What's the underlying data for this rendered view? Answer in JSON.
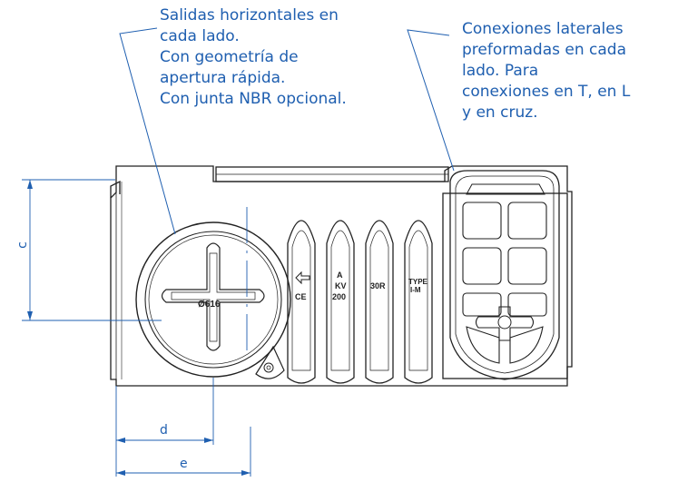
{
  "annotations": {
    "left": [
      "Salidas horizontales en",
      "cada lado.",
      "Con geometría de",
      "apertura rápida.",
      "Con junta NBR opcional."
    ],
    "right": [
      "Conexiones laterales",
      "preformadas en cada",
      "lado. Para",
      "conexiones en T, en L",
      "y en cruz."
    ]
  },
  "dimensions": {
    "c": "c",
    "d": "d",
    "e": "e"
  },
  "markings": {
    "diameter": "Ø616",
    "ce": "CE",
    "a": "A",
    "kv": "KV",
    "kv_value": "200",
    "load": "30R",
    "type": "TYPE",
    "type_value": "I-M"
  },
  "colors": {
    "annotation": "#1f5fb0",
    "outline": "#222222"
  }
}
